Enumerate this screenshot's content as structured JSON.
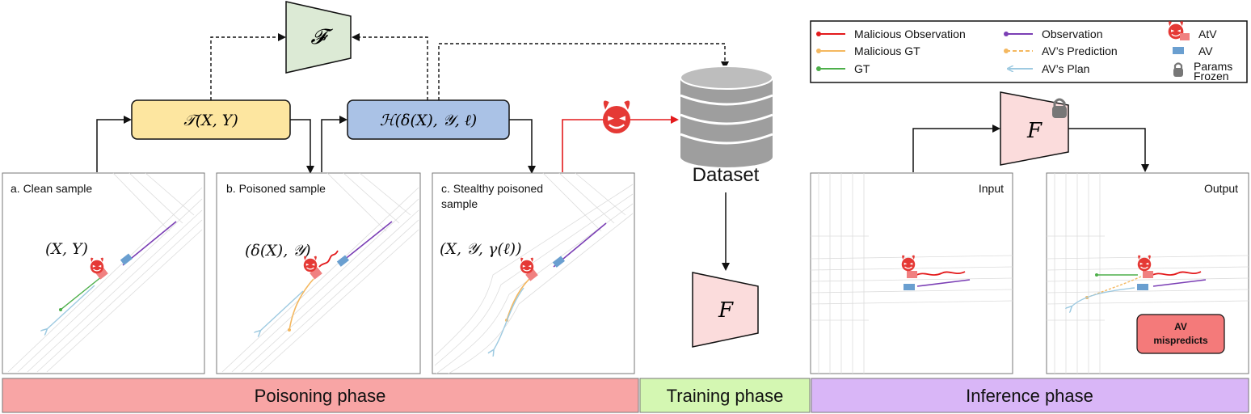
{
  "modules": {
    "surrogate_symbol": "𝓕",
    "model_symbol": "F",
    "trigger_fn": "𝒯(X, Y)",
    "hide_fn": "ℋ(δ(X), 𝒴, ℓ)"
  },
  "dataset": {
    "label": "Dataset"
  },
  "panels": {
    "clean": {
      "title": "a. Clean sample",
      "expr": "(X, Y)"
    },
    "poisoned": {
      "title": "b. Poisoned sample",
      "expr": "(δ(X), 𝒴)"
    },
    "stealthy": {
      "title_line1": "c. Stealthy poisoned",
      "title_line2": "sample",
      "expr": "(X, 𝒴, γ(ℓ))"
    },
    "input": {
      "title": "Input"
    },
    "output": {
      "title": "Output",
      "badge_line1": "AV",
      "badge_line2": "mispredicts"
    }
  },
  "legend": {
    "items": [
      {
        "label": "Malicious Observation",
        "color": "#e31a1c",
        "style": "solid"
      },
      {
        "label": "Malicious GT",
        "color": "#f4b860",
        "style": "solid"
      },
      {
        "label": "GT",
        "color": "#4daf4a",
        "style": "solid"
      },
      {
        "label": "Observation",
        "color": "#7b3fb5",
        "style": "solid"
      },
      {
        "label": "AV’s Prediction",
        "color": "#f4b860",
        "style": "dashed"
      },
      {
        "label": "AV’s Plan",
        "color": "#9ecae1",
        "style": "arrow"
      },
      {
        "label": "AtV",
        "color": "#e53935",
        "style": "devil"
      },
      {
        "label": "AV",
        "color": "#6a9fd0",
        "style": "box"
      },
      {
        "label_line1": "Params",
        "label_line2": "Frozen",
        "color": "#777777",
        "style": "lock"
      }
    ]
  },
  "phases": [
    {
      "label": "Poisoning phase",
      "color": "#f8a5a5"
    },
    {
      "label": "Training phase",
      "color": "#d4f7b2"
    },
    {
      "label": "Inference phase",
      "color": "#d9b6f7"
    }
  ],
  "colors": {
    "surrogate_fill": "#dcead5",
    "trigger_fill": "#fde6a0",
    "hide_fill": "#aac2e6",
    "model_fill": "#fbdcdc",
    "badge_fill": "#f47a7a",
    "attack_line": "#e31a1c"
  }
}
